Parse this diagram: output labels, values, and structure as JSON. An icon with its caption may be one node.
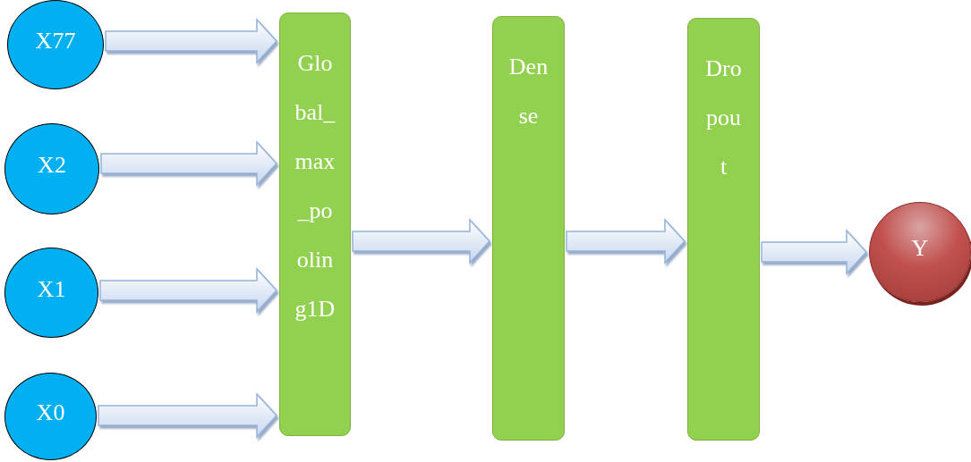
{
  "diagram": {
    "nodes": [
      {
        "text": [
          "X77"
        ]
      },
      {
        "text": [
          "X2"
        ]
      },
      {
        "text": [
          "X1"
        ]
      },
      {
        "text": [
          "X0"
        ]
      },
      {
        "text": [
          "Global_max_pooling1D"
        ]
      },
      {
        "text": [
          "Dense"
        ]
      },
      {
        "text": [
          "Dropout"
        ]
      },
      {
        "text": [
          "Y"
        ]
      }
    ],
    "edges": [
      {
        "from": 0,
        "to": 4,
        "arrow": "to"
      },
      {
        "from": 1,
        "to": 4,
        "arrow": "to"
      },
      {
        "from": 2,
        "to": 4,
        "arrow": "to"
      },
      {
        "from": 3,
        "to": 4,
        "arrow": "to"
      },
      {
        "from": 4,
        "to": 5,
        "arrow": "to"
      },
      {
        "from": 5,
        "to": 6,
        "arrow": "to"
      },
      {
        "from": 6,
        "to": 7,
        "arrow": "to"
      }
    ]
  }
}
